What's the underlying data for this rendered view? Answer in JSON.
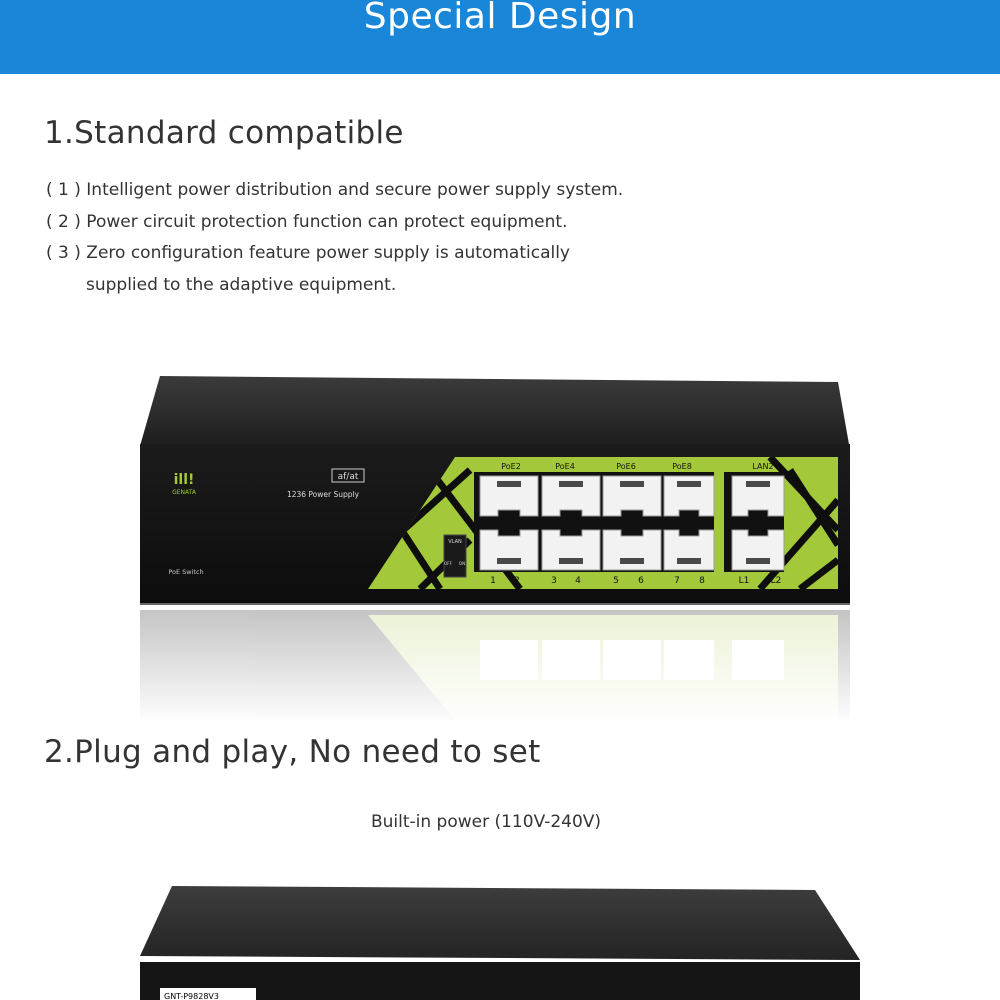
{
  "banner": {
    "title": "Special Design"
  },
  "section1": {
    "heading": "1.Standard compatible",
    "items": [
      "( 1 ) Intelligent power distribution and secure power supply system.",
      "( 2 ) Power circuit protection function can protect  equipment.",
      "( 3 ) Zero configuration feature power supply is automatically",
      "supplied to the adaptive equipment."
    ]
  },
  "device": {
    "brand_logo": "ill!",
    "brand": "GENATA",
    "badge": "af/at",
    "power_supply": "1236 Power Supply",
    "model_label": "PoE Switch",
    "top_port_labels": [
      "PoE2",
      "PoE4",
      "PoE6",
      "PoE8",
      "LAN2"
    ],
    "bottom_port_labels": [
      "1",
      "2",
      "3",
      "4",
      "5",
      "6",
      "7",
      "8",
      "L1",
      "L2"
    ],
    "switch_label_top": "VLAN",
    "switch_label_off": "OFF",
    "switch_label_on": "ON",
    "accent_color": "#a3c93a"
  },
  "section2": {
    "heading": "2.Plug and play, No need to set",
    "power_note": "Built-in power (110V-240V)"
  },
  "device2": {
    "label": "GNT-P9828V3"
  }
}
